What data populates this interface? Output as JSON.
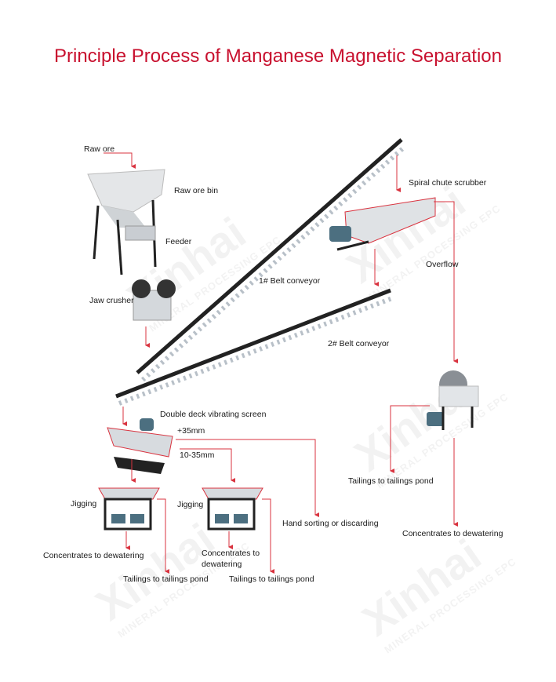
{
  "title": "Principle Process of Manganese Magnetic Separation",
  "watermark": {
    "brand": "Xinhai",
    "tagline": "MINERAL PROCESSING EPC"
  },
  "labels": {
    "raw_ore": "Raw ore",
    "raw_ore_bin": "Raw ore bin",
    "feeder": "Feeder",
    "jaw_crusher": "Jaw crusher",
    "belt_conveyor_1": "1# Belt conveyor",
    "spiral_chute_scrubber": "Spiral chute scrubber",
    "overflow": "Overflow",
    "belt_conveyor_2": "2# Belt conveyor",
    "vibrating_screen": "Double deck vibrating screen",
    "plus_35mm": "+35mm",
    "size_10_35mm": "10-35mm",
    "jigging_1": "Jigging",
    "jigging_2": "Jigging",
    "hand_sorting": "Hand sorting or discarding",
    "tailings_right": "Tailings to tailings pond",
    "concentrates_right": "Concentrates to dewatering",
    "concentrates_jig1": "Concentrates to dewatering",
    "concentrates_jig2_line1": "Concentrates to",
    "concentrates_jig2_line2": "dewatering",
    "tailings_jig1": "Tailings to tailings pond",
    "tailings_jig2": "Tailings to tailings pond"
  },
  "colors": {
    "accent": "#c8102e",
    "arrow": "#d9333f",
    "machine": "#c9cdd2",
    "motor": "#4c6f80",
    "frame": "#222222"
  }
}
